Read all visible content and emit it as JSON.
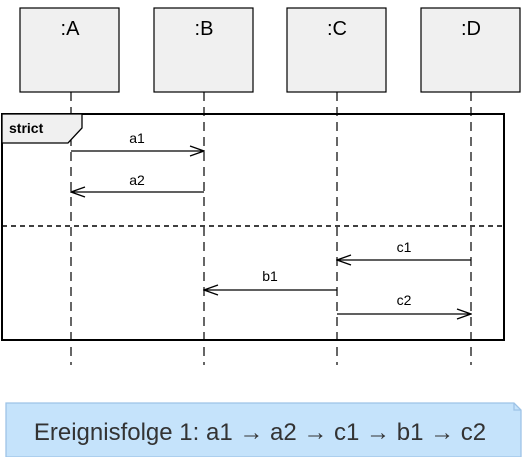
{
  "diagram": {
    "lifelines": [
      ":A",
      ":B",
      ":C",
      ":D"
    ],
    "fragment": {
      "operator": "strict"
    },
    "messages": [
      {
        "label": "a1",
        "from": ":A",
        "to": ":B",
        "direction": "right"
      },
      {
        "label": "a2",
        "from": ":B",
        "to": ":A",
        "direction": "left"
      },
      {
        "label": "c1",
        "from": ":D",
        "to": ":C",
        "direction": "left"
      },
      {
        "label": "b1",
        "from": ":C",
        "to": ":B",
        "direction": "left"
      },
      {
        "label": "c2",
        "from": ":C",
        "to": ":D",
        "direction": "right"
      }
    ],
    "note": {
      "text": "Ereignisfolge 1: a1 → a2 → c1 → b1 → c2"
    }
  },
  "colors": {
    "lifeline_head_fill": "#f0f0f0",
    "note_fill": "#c5e3fb",
    "note_stroke": "#9ec3e6",
    "frame_tab_fill": "#f0f0f0",
    "line": "#000000"
  }
}
